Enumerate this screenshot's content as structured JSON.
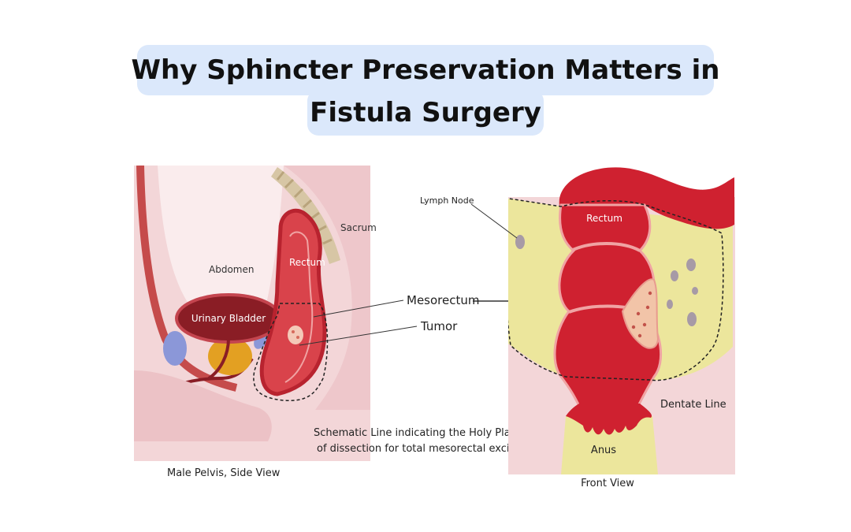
{
  "title": {
    "line1": "Why Sphincter Preservation Matters in",
    "line2": "Fistula Surgery"
  },
  "side_view": {
    "label_abdomen": "Abdomen",
    "label_sacrum": "Sacrum",
    "label_rectum": "Rectum",
    "label_bladder": "Urinary Bladder",
    "label_mesorectum": "Mesorectum",
    "label_tumor": "Tumor",
    "caption": "Male Pelvis, Side View",
    "note_line1": "Schematic Line indicating the Holy Plane’",
    "note_line2": "of dissection for total mesorectal excision"
  },
  "front_view": {
    "label_lymph_node": "Lymph Node",
    "label_rectum": "Rectum",
    "label_dentate_line": "Dentate Line",
    "label_anus": "Anus",
    "caption": "Front View"
  },
  "colors": {
    "title_bg": "#dbe8fb",
    "tissue": "#f3d6d8",
    "tissue_dark": "#e7b9be",
    "rectum_red": "#cf2130",
    "rectum_dark": "#8a1d25",
    "mesorectum": "#ece69c",
    "bladder_dark": "#8a1d25",
    "prostate": "#e3a022",
    "lymph_node": "#a79aa6",
    "vertebra": "#d7c6a5"
  }
}
